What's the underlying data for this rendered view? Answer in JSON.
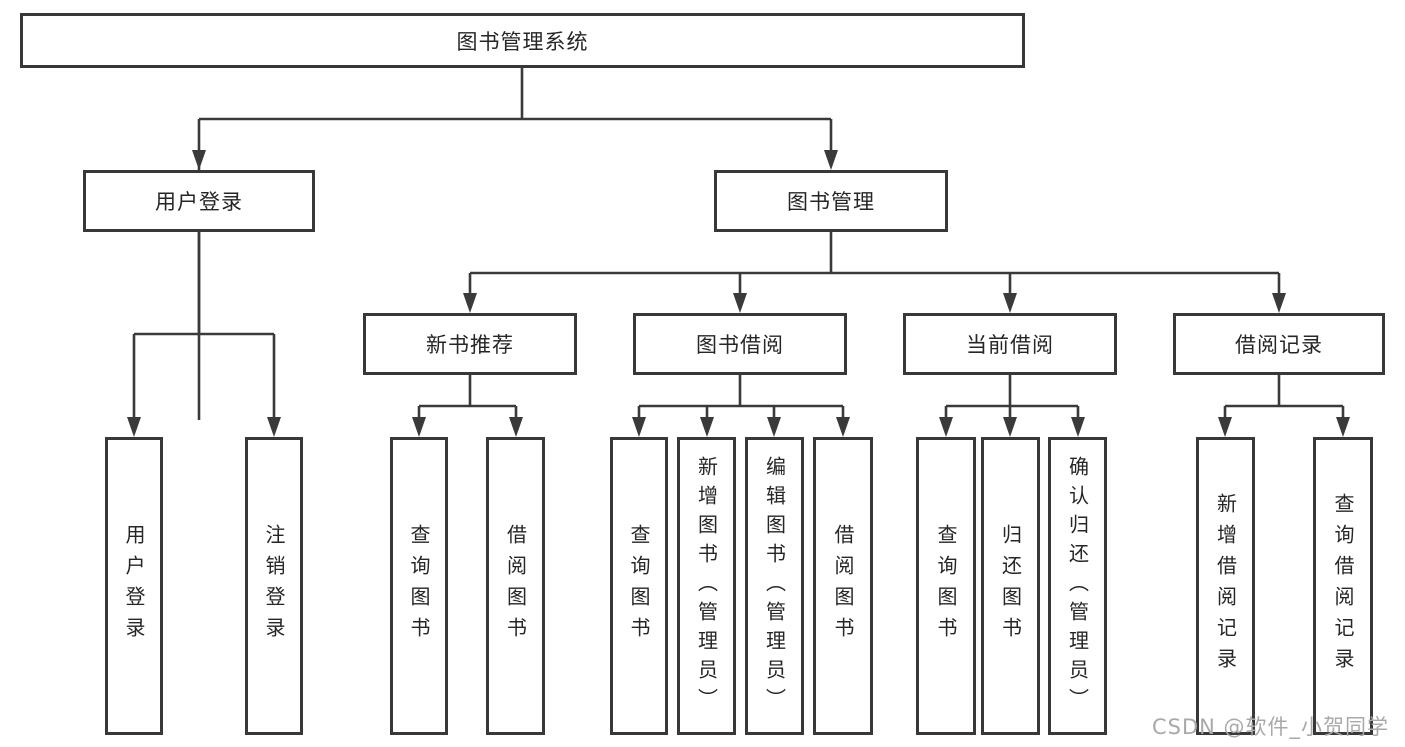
{
  "nodes": {
    "root": "图书管理系统",
    "user_login": "用户登录",
    "book_mgmt": "图书管理",
    "new_book_rec": "新书推荐",
    "book_borrow": "图书借阅",
    "current_borrow": "当前借阅",
    "borrow_record": "借阅记录",
    "leaf_user_login": "用户登录",
    "leaf_logout": "注销登录",
    "leaf_nb_query": "查询图书",
    "leaf_nb_borrow": "借阅图书",
    "leaf_bb_query": "查询图书",
    "leaf_bb_add": "新增图书（管理员）",
    "leaf_bb_edit": "编辑图书（管理员）",
    "leaf_bb_borrow": "借阅图书",
    "leaf_cb_query": "查询图书",
    "leaf_cb_return": "归还图书",
    "leaf_cb_confirm": "确认归还（管理员）",
    "leaf_br_add": "新增借阅记录",
    "leaf_br_query": "查询借阅记录"
  },
  "watermark": "CSDN @软件_小贺同学",
  "colors": {
    "line": "#3a3a3a",
    "box_border": "#383838",
    "box_fill": "#ffffff",
    "text": "#262626",
    "watermark": "#a9a9a9"
  }
}
